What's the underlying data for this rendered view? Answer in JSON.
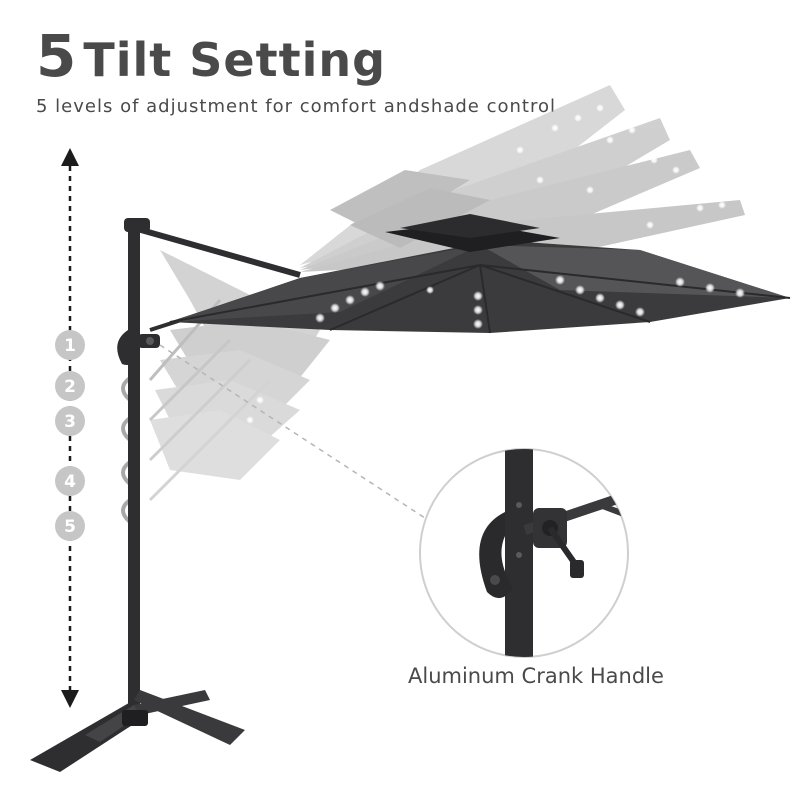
{
  "heading": {
    "number": "5",
    "text": "Tilt Setting",
    "subtitle": "5 levels of adjustment for comfort andshade control"
  },
  "tilt_levels": [
    "1",
    "2",
    "3",
    "4",
    "5"
  ],
  "callout": {
    "label": "Aluminum Crank Handle"
  },
  "colors": {
    "heading": "#4a4a4a",
    "canopy": "#3b3b3d",
    "ghost_canopy": "#9a9a9a",
    "frame": "#2e2e30",
    "badge": "#c6c6c6",
    "led": "#ffffff"
  },
  "icons": {
    "height_arrow": "double-arrow-vertical-icon",
    "crank": "crank-handle-icon"
  }
}
